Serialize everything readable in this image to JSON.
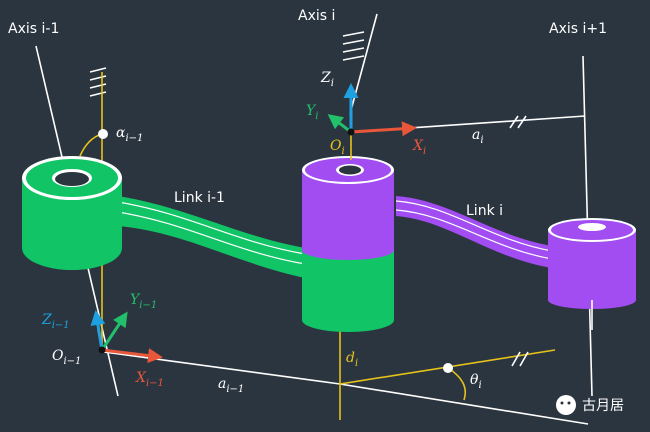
{
  "axes": {
    "prev": "Axis i-1",
    "curr": "Axis i",
    "next": "Axis i+1"
  },
  "links": {
    "prev": "Link i-1",
    "curr": "Link i"
  },
  "frame_prev": {
    "origin": {
      "main": "O",
      "sub": "i−1"
    },
    "z": {
      "main": "Z",
      "sub": "i−1"
    },
    "y": {
      "main": "Y",
      "sub": "i−1"
    },
    "x": {
      "main": "X",
      "sub": "i−1"
    }
  },
  "frame_curr": {
    "origin": {
      "main": "O",
      "sub": "i"
    },
    "z": {
      "main": "Z",
      "sub": "i"
    },
    "y": {
      "main": "Y",
      "sub": "i"
    },
    "x": {
      "main": "X",
      "sub": "i"
    }
  },
  "params": {
    "alpha": {
      "main": "α",
      "sub": "i−1"
    },
    "a_prev": {
      "main": "a",
      "sub": "i−1"
    },
    "a_curr": {
      "main": "a",
      "sub": "i"
    },
    "d": {
      "main": "d",
      "sub": "i"
    },
    "theta": {
      "main": "θ",
      "sub": "i"
    }
  },
  "watermark": "古月居",
  "colors": {
    "background": "#2b3540",
    "green": "#11c466",
    "purple": "#a24df2",
    "z_axis": "#1fa0e0",
    "y_axis": "#22c06a",
    "x_axis": "#e8573a",
    "guide": "#e6c21a"
  }
}
